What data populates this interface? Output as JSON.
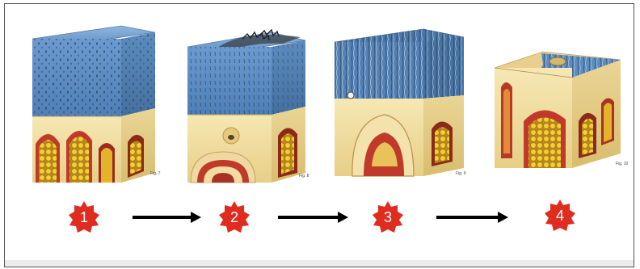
{
  "panels": [
    {
      "caption": "Fig. 7",
      "step": "1"
    },
    {
      "caption": "Fig. 8",
      "step": "2"
    },
    {
      "caption": "Fig. 9",
      "step": "3"
    },
    {
      "caption": "Fig. 10",
      "step": "4"
    }
  ],
  "colors": {
    "cartilage_blue": "#6e9fcf",
    "bone_cream": "#f3dfa1",
    "marrow_red": "#c0392b",
    "marrow_yellow": "#e8c42a",
    "badge_red": "#e02b1f",
    "arrow_black": "#000000"
  }
}
